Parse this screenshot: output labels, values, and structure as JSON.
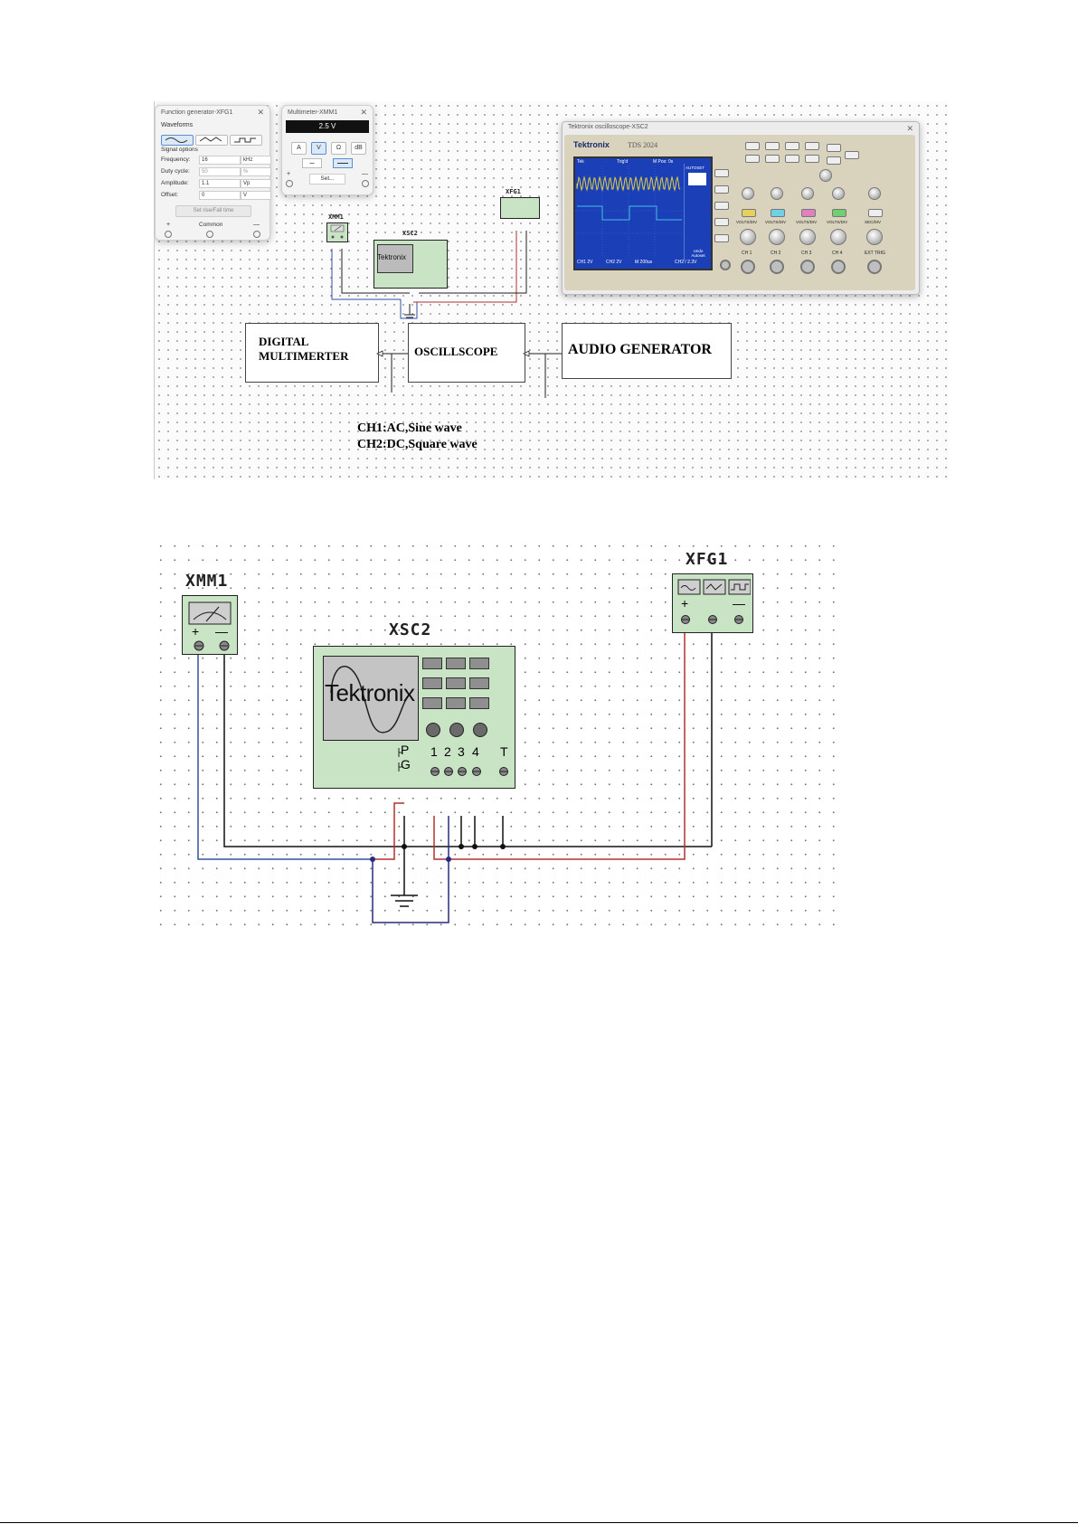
{
  "function_generator": {
    "title": "Function generator-XFG1",
    "waveforms_label": "Waveforms",
    "signal_options_label": "Signal options",
    "rows": [
      {
        "label": "Frequency:",
        "value": "16",
        "unit": "kHz"
      },
      {
        "label": "Duty cycle:",
        "value": "50",
        "unit": "%"
      },
      {
        "label": "Amplitude:",
        "value": "1.1",
        "unit": "Vp"
      },
      {
        "label": "Offset:",
        "value": "0",
        "unit": "V"
      }
    ],
    "rise_fall_button": "Set rise/Fall time",
    "common_label": "Common",
    "plus": "+",
    "minus": "—"
  },
  "multimeter": {
    "title": "Multimeter-XMM1",
    "reading": "2.5 V",
    "modes": [
      "A",
      "V",
      "Ω",
      "dB"
    ],
    "ac_symbol": "∼",
    "set_button": "Set...",
    "plus": "+",
    "minus": "—"
  },
  "oscilloscope_window": {
    "title": "Tektronix oscilloscope-XSC2",
    "brand": "Tektronix",
    "model": "TDS 2024",
    "status_left": "Tek",
    "status_trig": "Trig'd",
    "status_m": "M Pos: 0s",
    "autoset_label": "AUTOSET",
    "undo_label": "Undo Autoset",
    "ch1": "CH1 2V",
    "ch2": "CH2 2V",
    "timebase": "M 200us",
    "trig": "CH2 / 2.3V",
    "knob_labels": [
      "VOLTS/DIV",
      "VOLTS/DIV",
      "VOLTS/DIV",
      "VOLTS/DIV",
      "SEC/DIV"
    ],
    "channel_labels": [
      "CH 1",
      "CH 2",
      "CH 3",
      "CH 4",
      "EXT TRIG"
    ]
  },
  "canvas_small": {
    "xmm1": "XMM1",
    "xsc2": "XSC2",
    "xfg1": "XFG1",
    "tektronix": "Tektronix"
  },
  "block_diagram": {
    "multimeter": "DIGITAL MULTIMERTER",
    "oscilloscope": "OSCILLSCOPE",
    "audio_generator": "AUDIO GENERATOR"
  },
  "captions": {
    "ch1": "CH1:AC,Sine wave",
    "ch2": "CH2:DC,Square wave"
  },
  "schematic": {
    "xmm1": "XMM1",
    "xsc2": "XSC2",
    "xfg1": "XFG1",
    "brand": "Tektronix",
    "mm_plus": "+",
    "mm_minus": "—",
    "fg_plus": "+",
    "fg_minus": "—",
    "probe_p": "P",
    "probe_g": "G",
    "channel_pins": [
      "1",
      "2",
      "3",
      "4"
    ],
    "trigger_pin": "T"
  },
  "colors": {
    "wire_red": "#b03030",
    "wire_blue": "#3050a0",
    "wire_black": "#111111",
    "component_fill": "#c9e4c4"
  }
}
